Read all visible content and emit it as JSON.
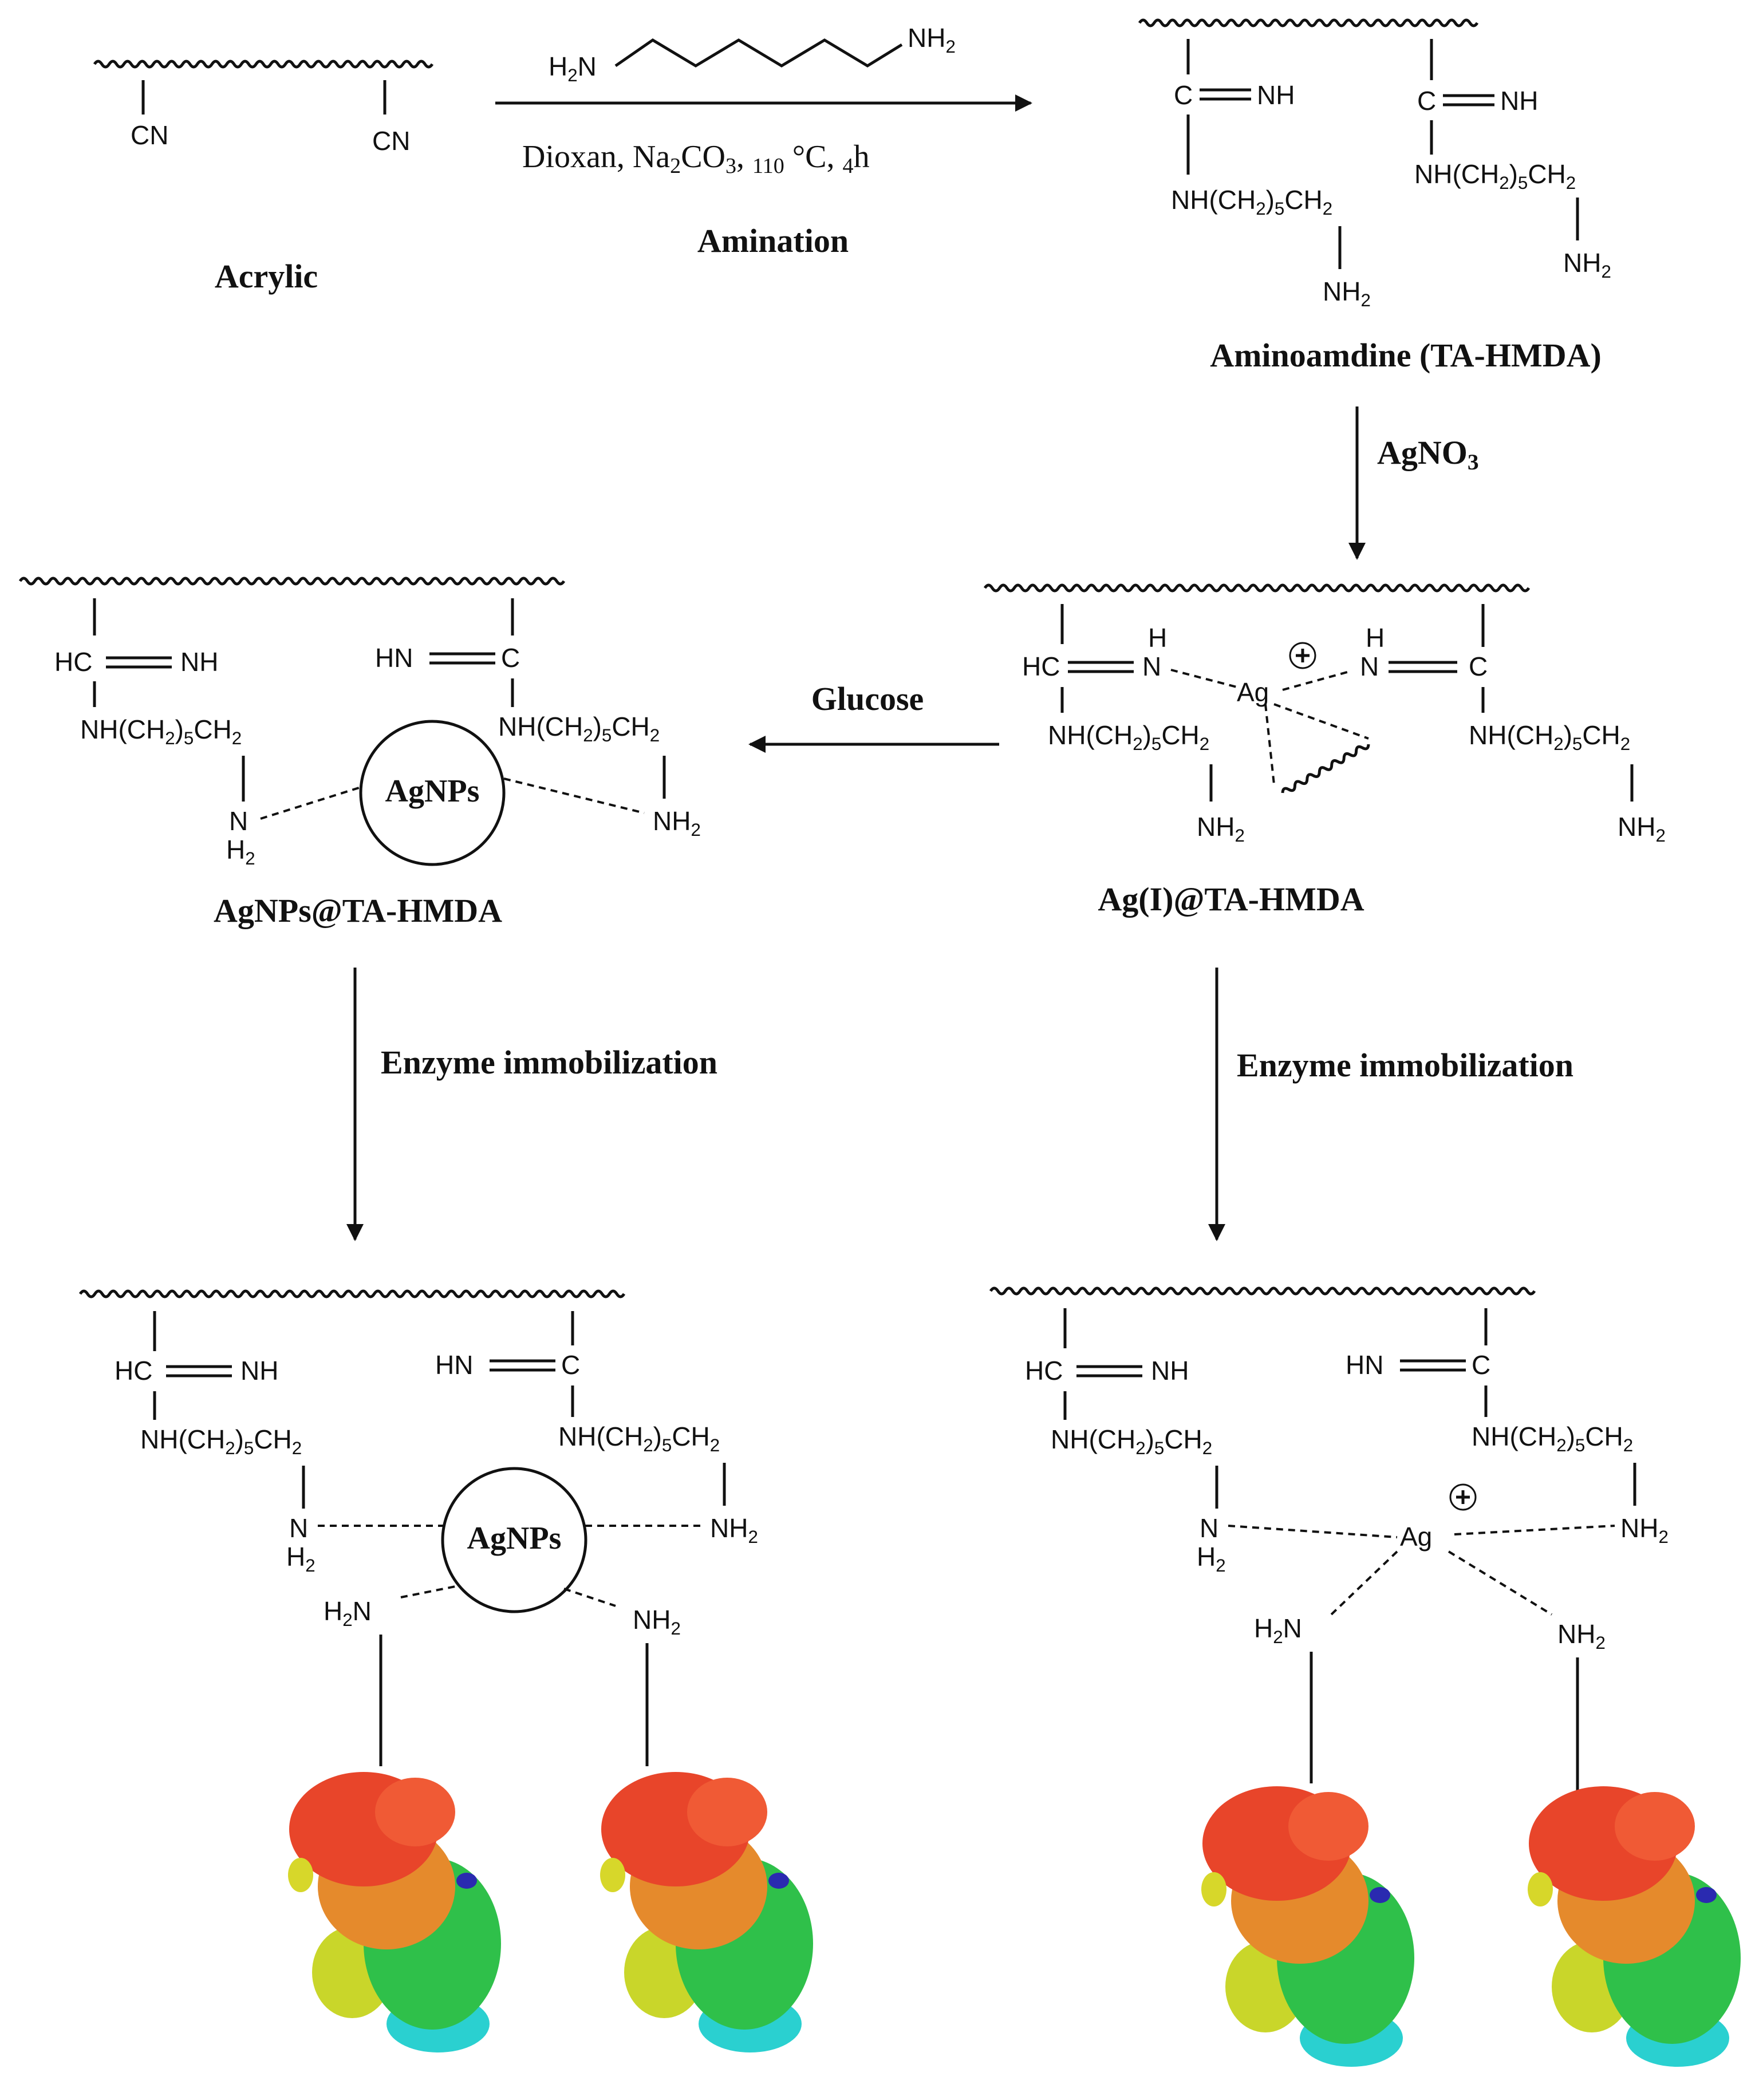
{
  "reagent": {
    "left": "H2N",
    "right": "NH2"
  },
  "step1": {
    "conditions": "Dioxan, Na2CO3, 110 °C, 4h",
    "label": "Amination"
  },
  "step2": {
    "label": "AgNO3"
  },
  "step3": {
    "label": "Glucose"
  },
  "step4": {
    "label_left": "Enzyme immobilization",
    "label_right": "Enzyme immobilization"
  },
  "compounds": {
    "acrylic": {
      "name": "Acrylic",
      "group": "CN"
    },
    "aminoamidine": {
      "name": "Aminoamdine (TA-HMDA)"
    },
    "ag_complex": {
      "name": "Ag(I)@TA-HMDA"
    },
    "agnps": {
      "name": "AgNPs@TA-HMDA"
    }
  },
  "groups": {
    "c": "C",
    "nh": "NH",
    "hc": "HC",
    "hn": "HN",
    "chain": "NH(CH2)5CH2",
    "nh2": "NH2",
    "h2n": "H2N",
    "n": "N",
    "h": "H",
    "h2": "H2",
    "ag": "Ag",
    "plus": "+",
    "agnps": "AgNPs"
  },
  "colors": {
    "protein_red": "#e8452a",
    "protein_orange": "#e58a2c",
    "protein_green": "#2fc04a",
    "protein_yellow": "#c9d62a",
    "protein_cyan": "#2ad0d0",
    "protein_blue": "#2a2ab0"
  }
}
